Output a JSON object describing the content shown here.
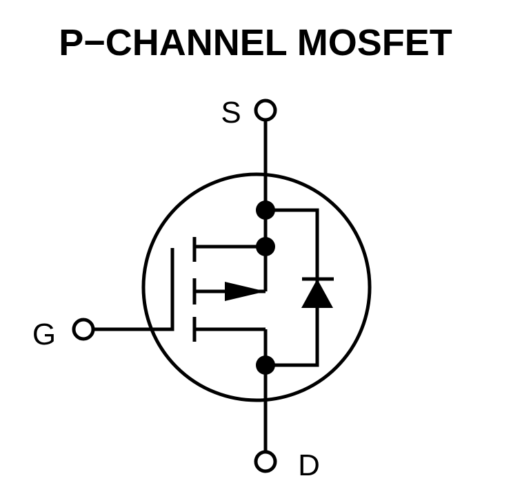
{
  "title": "P−CHANNEL MOSFET",
  "terminals": {
    "source": "S",
    "gate": "G",
    "drain": "D"
  },
  "colors": {
    "stroke": "#000000",
    "background": "#ffffff"
  }
}
